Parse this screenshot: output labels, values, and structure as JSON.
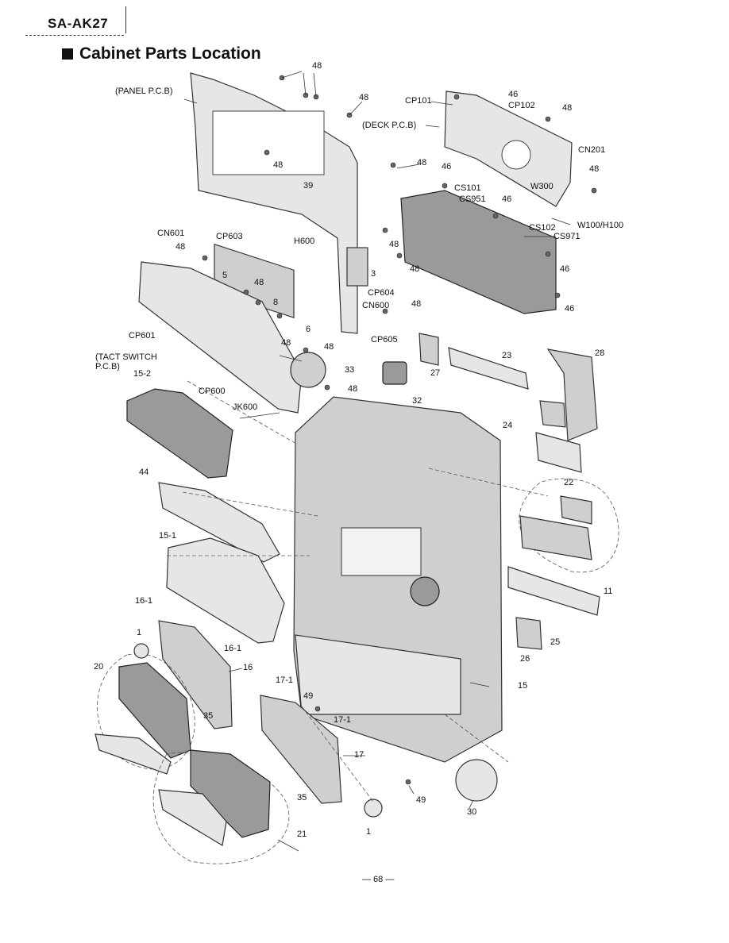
{
  "header": {
    "model": "SA-AK27",
    "title": "Cabinet Parts Location"
  },
  "footer": {
    "page": "— 68 —"
  },
  "labels": {
    "panel_pcb": "(PANEL P.C.B)",
    "deck_pcb": "(DECK P.C.B)",
    "tact_pcb": "(TACT SWITCH\nP.C.B)",
    "cp101": "CP101",
    "cp102": "CP102",
    "cn201": "CN201",
    "w300": "W300",
    "cs101": "CS101",
    "cs951": "CS951",
    "cs102": "CS102",
    "cs971": "CS971",
    "w100": "W100/H100",
    "cn601": "CN601",
    "cp603": "CP603",
    "h600": "H600",
    "cp604": "CP604",
    "cn600": "CN600",
    "cp605": "CP605",
    "cp601": "CP601",
    "cp600": "CP600",
    "jk600": "JK600",
    "n48": "48",
    "n46": "46",
    "n39": "39",
    "n5": "5",
    "n3": "3",
    "n8": "8",
    "n6": "6",
    "n33": "33",
    "n27": "27",
    "n23": "23",
    "n28": "28",
    "n32": "32",
    "n24": "24",
    "n22": "22",
    "n11": "11",
    "n25": "25",
    "n26": "26",
    "n15": "15",
    "n15_1": "15-1",
    "n15_2": "15-2",
    "n44": "44",
    "n16": "16",
    "n16_1": "16-1",
    "n17": "17",
    "n17_1": "17-1",
    "n1": "1",
    "n20": "20",
    "n35": "35",
    "n21": "21",
    "n49": "49",
    "n30": "30"
  }
}
